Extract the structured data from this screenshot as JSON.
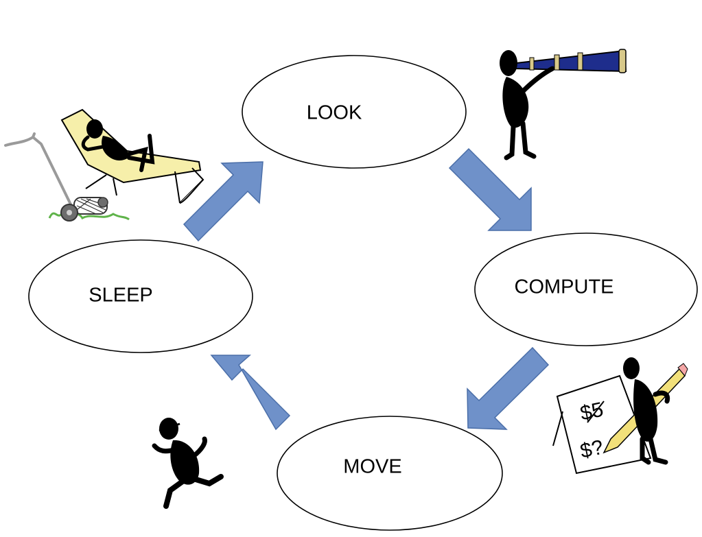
{
  "diagram": {
    "type": "cycle",
    "colors": {
      "arrow_fill": "#6f91c9",
      "arrow_stroke": "#4a6ea8",
      "node_fill": "#ffffff",
      "node_stroke": "#000000"
    },
    "nodes": [
      {
        "id": "look",
        "label": "LOOK"
      },
      {
        "id": "compute",
        "label": "COMPUTE"
      },
      {
        "id": "move",
        "label": "MOVE"
      },
      {
        "id": "sleep",
        "label": "SLEEP"
      }
    ],
    "edges": [
      {
        "from": "look",
        "to": "compute"
      },
      {
        "from": "compute",
        "to": "move"
      },
      {
        "from": "move",
        "to": "sleep"
      },
      {
        "from": "sleep",
        "to": "look"
      }
    ],
    "clipart": [
      {
        "id": "telescope",
        "icon": "person-with-telescope-icon",
        "near": "look"
      },
      {
        "id": "writing",
        "icon": "person-writing-on-sign-icon",
        "near": "compute",
        "sign_text": "$5 $?"
      },
      {
        "id": "running",
        "icon": "running-person-icon",
        "near": "move"
      },
      {
        "id": "lounging",
        "icon": "person-on-lounge-chair-with-lawnmower-icon",
        "near": "sleep"
      }
    ]
  }
}
